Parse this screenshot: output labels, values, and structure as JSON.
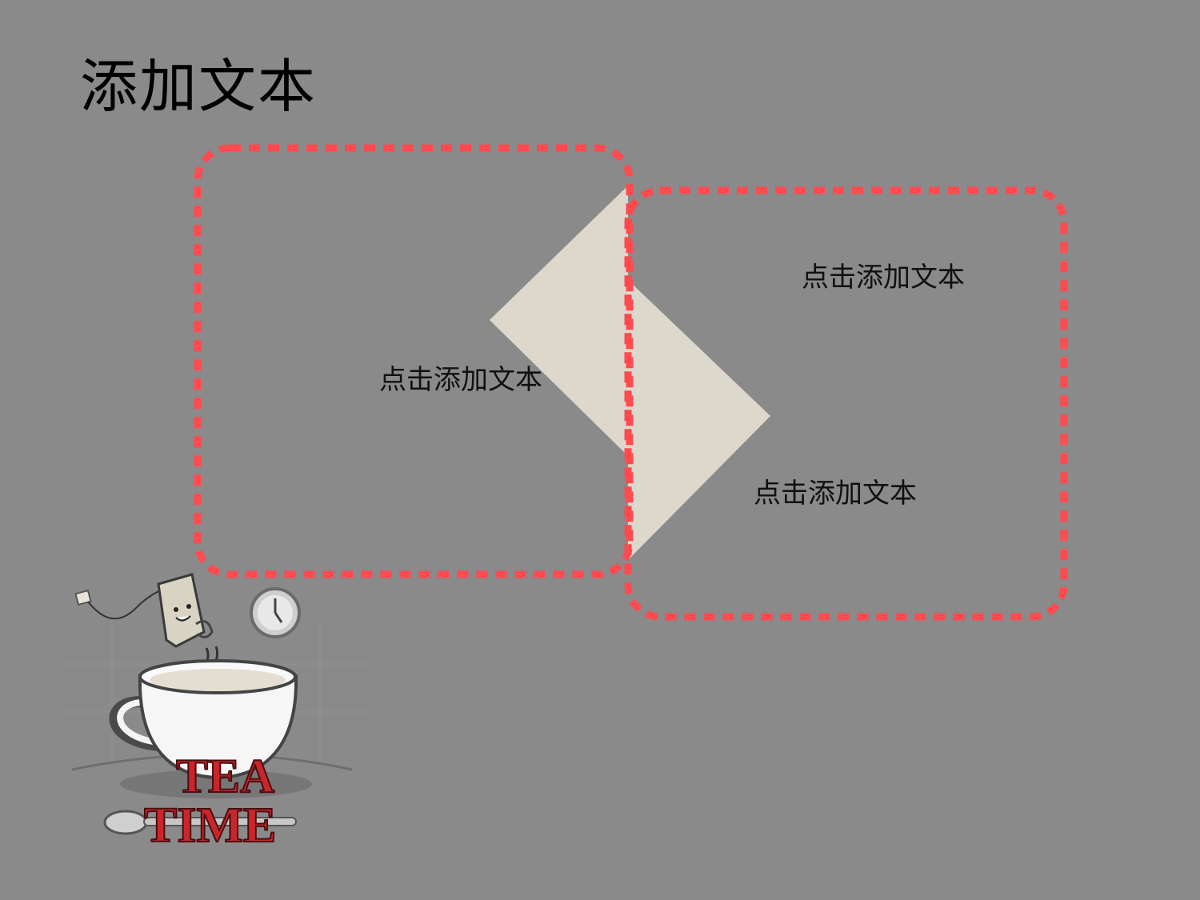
{
  "slide": {
    "title": "添加文本",
    "placeholders": {
      "left": "点击添加文本",
      "right_top": "点击添加文本",
      "right_bottom": "点击添加文本"
    }
  },
  "illustration": {
    "logo_line1": "TEA",
    "logo_line2": "TIME"
  },
  "colors": {
    "background": "#8a8a8a",
    "dashed_border": "#ff4a4f",
    "diamond": "#ddd8cc",
    "logo_red": "#c9262c"
  }
}
